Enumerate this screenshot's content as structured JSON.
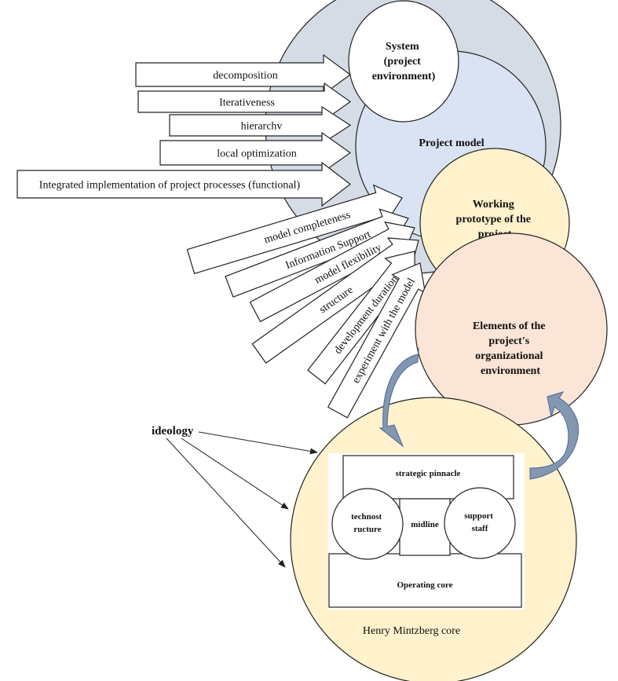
{
  "diagram": {
    "colors": {
      "outer_circle": "#d6dce6",
      "project_model": "#dae3f3",
      "system": "#ffffff",
      "working_prototype": "#fff2cc",
      "org_environment": "#fbe5d6",
      "mintzberg": "#fff2cc",
      "curved_arrow": "#8497b0",
      "curved_arrow_stroke": "#4a6a9b",
      "arrow_fill": "#ffffff",
      "line": "#222222"
    },
    "circles": {
      "system": [
        "System",
        "(project",
        "environment)"
      ],
      "project_model": [
        "Project model"
      ],
      "working_prototype": [
        "Working",
        "prototype of the",
        "project"
      ],
      "org_environment": [
        "Elements of the",
        "project's",
        "organizational",
        "environment"
      ],
      "mintzberg_caption": "Henry Mintzberg core"
    },
    "horizontal_arrows": [
      "decomposition",
      "Iterativeness",
      "hierarchv",
      "local optimization",
      "Integrated implementation of project processes (functional)"
    ],
    "diagonal_arrows": [
      "model completeness",
      "Information Support",
      "model flexibility",
      "structure",
      "development duration",
      "experiment with the model"
    ],
    "mintzberg": {
      "strategic_pinnacle": "strategic pinnacle",
      "technostructure": [
        "technost",
        "ructure"
      ],
      "midline": "midline",
      "support_staff": [
        "support",
        "staff"
      ],
      "operating_core": "Operating core"
    },
    "ideology": {
      "label": "ideology",
      "arrow_count": 3
    }
  }
}
